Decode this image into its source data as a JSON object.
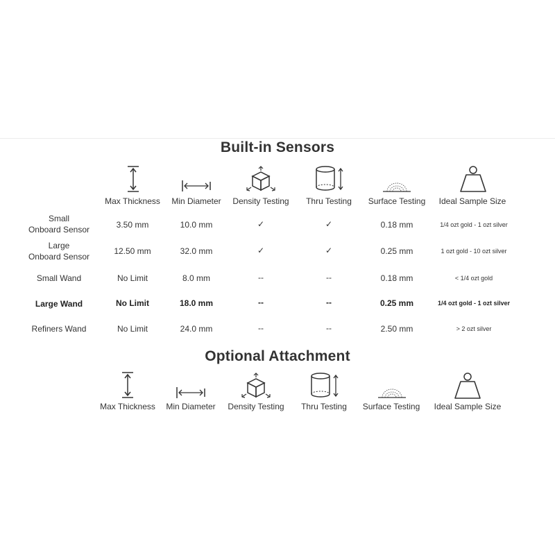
{
  "builtin": {
    "title": "Built-in Sensors",
    "columns": [
      {
        "label": "Max Thickness",
        "icon": "vertical-arrow-icon"
      },
      {
        "label": "Min Diameter",
        "icon": "horizontal-arrow-icon"
      },
      {
        "label": "Density Testing",
        "icon": "cube-icon"
      },
      {
        "label": "Thru Testing",
        "icon": "cylinder-icon"
      },
      {
        "label": "Surface Testing",
        "icon": "surface-wave-icon"
      },
      {
        "label": "Ideal Sample Size",
        "icon": "weight-icon"
      }
    ],
    "rows": [
      {
        "name": "Small\nOnboard Sensor",
        "cells": [
          "3.50 mm",
          "10.0 mm",
          "✓",
          "✓",
          "0.18 mm",
          "1/4 ozt gold - 1 ozt silver"
        ]
      },
      {
        "name": "Large\nOnboard Sensor",
        "cells": [
          "12.50 mm",
          "32.0 mm",
          "✓",
          "✓",
          "0.25 mm",
          "1 ozt gold - 10 ozt silver"
        ]
      },
      {
        "name": "Small Wand",
        "cells": [
          "No Limit",
          "8.0 mm",
          "--",
          "--",
          "0.18 mm",
          "< 1/4 ozt gold"
        ]
      },
      {
        "name": "Large Wand",
        "cells": [
          "No Limit",
          "18.0 mm",
          "--",
          "--",
          "0.25 mm",
          "1/4 ozt gold - 1 ozt silver"
        ]
      },
      {
        "name": "Refiners Wand",
        "cells": [
          "No Limit",
          "24.0 mm",
          "--",
          "--",
          "2.50 mm",
          "> 2 ozt silver"
        ]
      }
    ]
  },
  "optional": {
    "title": "Optional Attachment",
    "columns": [
      {
        "label": "Max Thickness",
        "icon": "vertical-arrow-icon"
      },
      {
        "label": "Min Diameter",
        "icon": "horizontal-arrow-icon"
      },
      {
        "label": "Density Testing",
        "icon": "cube-icon"
      },
      {
        "label": "Thru Testing",
        "icon": "cylinder-icon"
      },
      {
        "label": "Surface Testing",
        "icon": "surface-wave-icon"
      },
      {
        "label": "Ideal Sample Size",
        "icon": "weight-icon"
      }
    ]
  }
}
